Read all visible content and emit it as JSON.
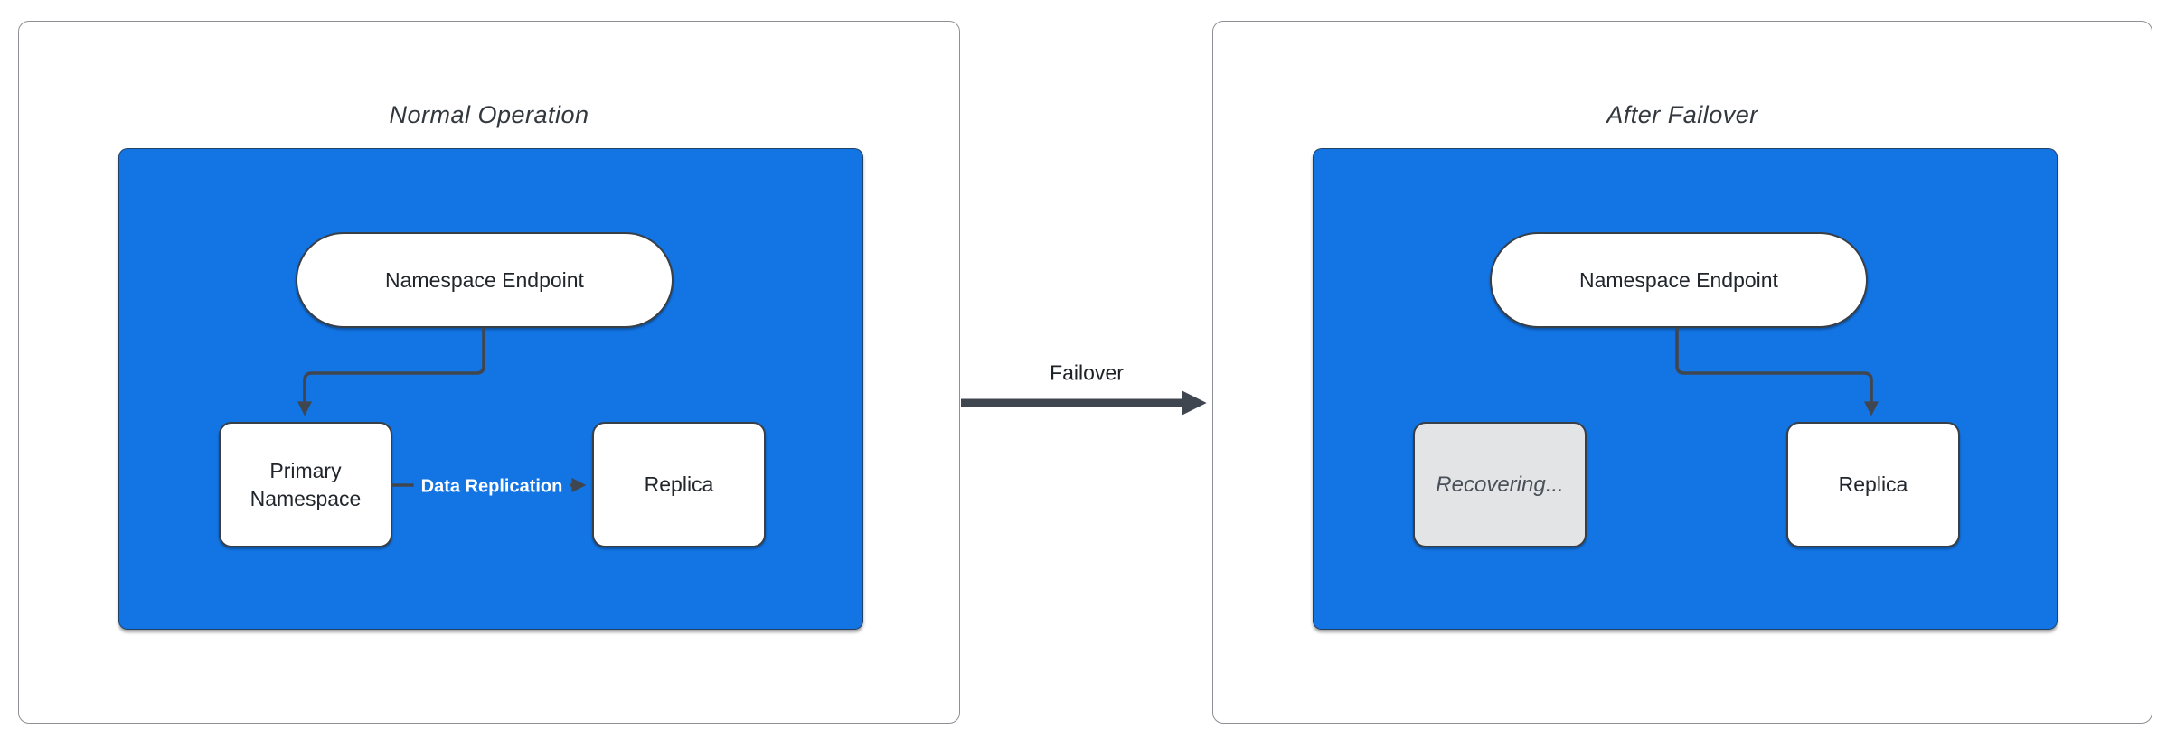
{
  "colors": {
    "cluster-blue": "#1374E3",
    "edge": "#404650",
    "node-border": "#383F47",
    "node-text": "#21262C",
    "title-text": "#33383E",
    "panel-border": "#8D9095",
    "recovering-fill": "#E3E4E6",
    "recovering-text": "#4A5059",
    "node-fill": "#FFFFFF"
  },
  "left_panel": {
    "title": "Normal Operation",
    "endpoint": "Namespace Endpoint",
    "primary": "Primary Namespace",
    "replica": "Replica",
    "edge_label": "Data Replication"
  },
  "right_panel": {
    "title": "After Failover",
    "endpoint": "Namespace Endpoint",
    "recovering": "Recovering...",
    "replica": "Replica"
  },
  "connector": {
    "label": "Failover"
  }
}
